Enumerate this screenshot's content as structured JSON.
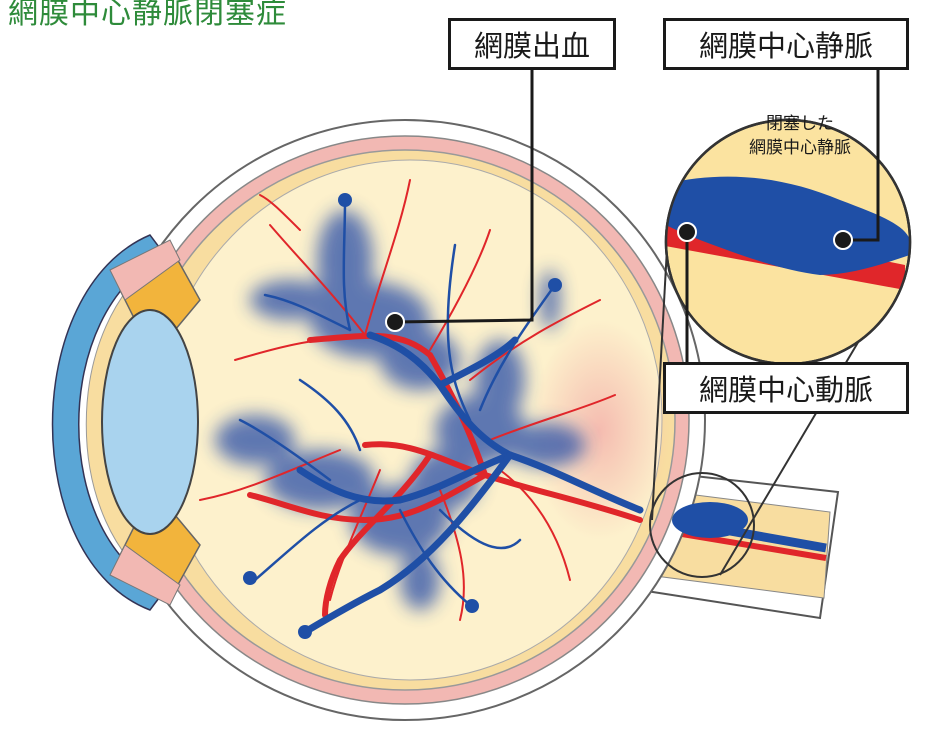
{
  "title": "網膜中心静脈閉塞症",
  "labels": {
    "retinal_hemorrhage": "網膜出血",
    "central_retinal_vein": "網膜中心静脈",
    "central_retinal_artery": "網膜中心動脈",
    "occluded_vein_line1": "閉塞した",
    "occluded_vein_line2": "網膜中心静脈"
  },
  "colors": {
    "title": "#2e8b3a",
    "vein": "#1f4fa6",
    "artery": "#e0262a",
    "hemorrhage": "#2a4fa8",
    "retina_fill": "#fdf1cc",
    "sclera": "#f2b8b3",
    "cornea": "#5aa6d6",
    "lens": "#a9d3ee",
    "ciliary": "#f2b43c"
  }
}
